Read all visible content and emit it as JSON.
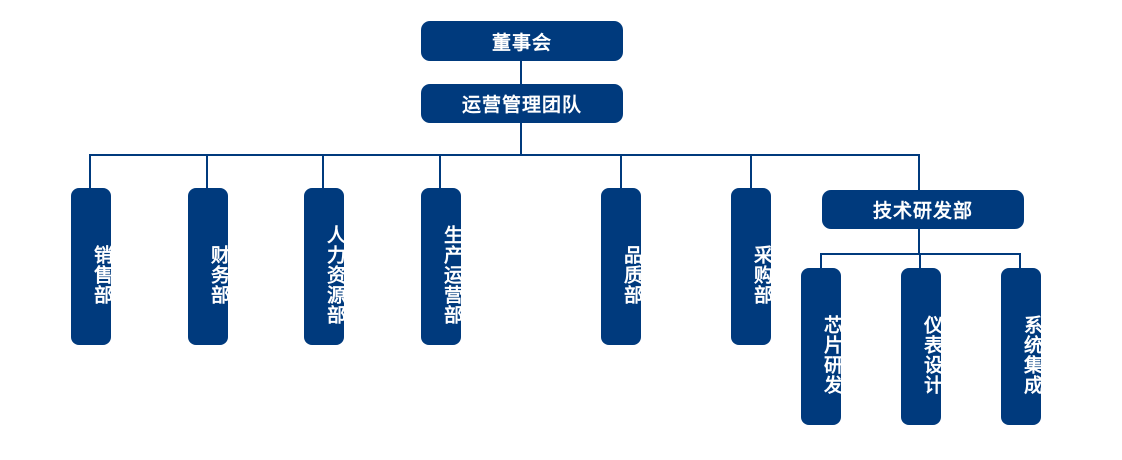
{
  "colors": {
    "node_fill": "#003a7d",
    "text": "#ffffff",
    "connector": "#003a7d"
  },
  "board": "董事会",
  "management": "运营管理团队",
  "departments": {
    "sales": "销售部",
    "finance": "财务部",
    "hr": "人力资源部",
    "production": "生产运营部",
    "quality": "品质部",
    "procurement": "采购部",
    "rnd": "技术研发部"
  },
  "rnd_subunits": {
    "chip": "芯片研发",
    "instrument": "仪表设计",
    "system": "系统集成"
  }
}
